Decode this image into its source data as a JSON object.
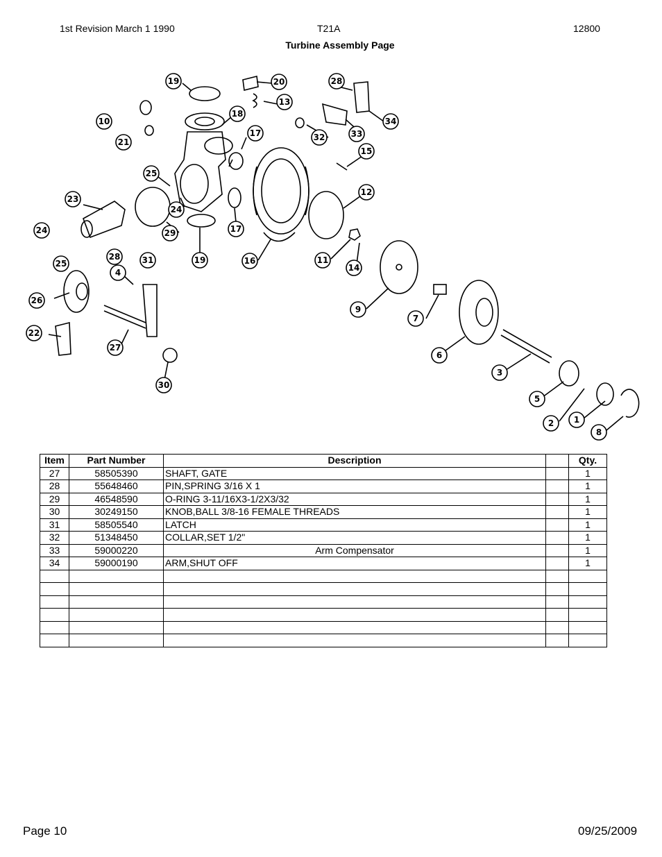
{
  "header": {
    "revision": "1st Revision March 1 1990",
    "model": "T21A",
    "code": "12800",
    "title": "Turbine Assembly Page"
  },
  "diagram": {
    "callouts": [
      "19",
      "20",
      "13",
      "18",
      "28",
      "34",
      "10",
      "21",
      "17",
      "33",
      "32",
      "15",
      "25",
      "23",
      "24",
      "12",
      "29",
      "19",
      "17",
      "16",
      "11",
      "14",
      "24",
      "25",
      "28",
      "4",
      "31",
      "26",
      "9",
      "7",
      "22",
      "27",
      "6",
      "3",
      "30",
      "5",
      "2",
      "1",
      "8"
    ]
  },
  "table": {
    "headers": [
      "Item",
      "Part Number",
      "Description",
      "",
      "Qty."
    ],
    "rows": [
      {
        "item": "27",
        "part": "58505390",
        "desc": "SHAFT, GATE",
        "blank": "",
        "qty": "1",
        "align": "left"
      },
      {
        "item": "28",
        "part": "55648460",
        "desc": "PIN,SPRING 3/16 X 1",
        "blank": "",
        "qty": "1",
        "align": "left"
      },
      {
        "item": "29",
        "part": "46548590",
        "desc": "O-RING 3-11/16X3-1/2X3/32",
        "blank": "",
        "qty": "1",
        "align": "left"
      },
      {
        "item": "30",
        "part": "30249150",
        "desc": "KNOB,BALL 3/8-16 FEMALE THREADS",
        "blank": "",
        "qty": "1",
        "align": "left"
      },
      {
        "item": "31",
        "part": "58505540",
        "desc": "LATCH",
        "blank": "",
        "qty": "1",
        "align": "left"
      },
      {
        "item": "32",
        "part": "51348450",
        "desc": "COLLAR,SET 1/2\"",
        "blank": "",
        "qty": "1",
        "align": "left"
      },
      {
        "item": "33",
        "part": "59000220",
        "desc": "Arm Compensator",
        "blank": "",
        "qty": "1",
        "align": "center"
      },
      {
        "item": "34",
        "part": "59000190",
        "desc": "ARM,SHUT OFF",
        "blank": "",
        "qty": "1",
        "align": "left"
      },
      {
        "item": "",
        "part": "",
        "desc": "",
        "blank": "",
        "qty": "",
        "align": "left"
      },
      {
        "item": "",
        "part": "",
        "desc": "",
        "blank": "",
        "qty": "",
        "align": "left"
      },
      {
        "item": "",
        "part": "",
        "desc": "",
        "blank": "",
        "qty": "",
        "align": "left"
      },
      {
        "item": "",
        "part": "",
        "desc": "",
        "blank": "",
        "qty": "",
        "align": "left"
      },
      {
        "item": "",
        "part": "",
        "desc": "",
        "blank": "",
        "qty": "",
        "align": "left"
      },
      {
        "item": "",
        "part": "",
        "desc": "",
        "blank": "",
        "qty": "",
        "align": "left"
      }
    ]
  },
  "footer": {
    "page": "Page 10",
    "date": "09/25/2009"
  }
}
